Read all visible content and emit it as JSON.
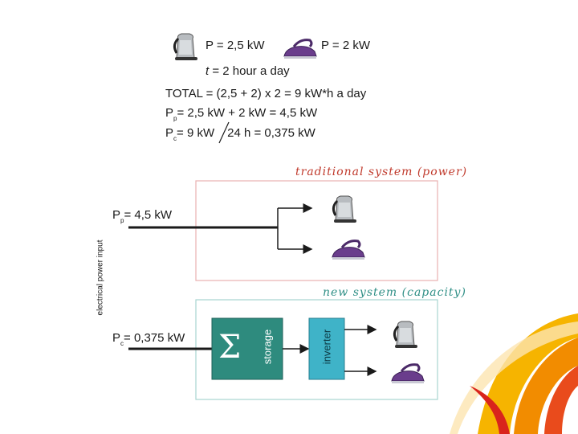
{
  "formulas": {
    "kettle_power": "P = 2,5 kW",
    "iron_power": "P = 2 kW",
    "time_var": "t",
    "time_rest": " = 2 hour a day",
    "total": "TOTAL = (2,5 + 2) x 2 = 9 kW*h a day",
    "pp_symbol": "P",
    "pp_sub": "p",
    "pp_rest": "= 2,5 kW + 2 kW = 4,5 kW",
    "pc_symbol": "P",
    "pc_sub": "c",
    "pc_rest_1": "= 9 kW",
    "pc_rest_2": "24 h = 0,375 kW"
  },
  "traditional": {
    "label": "traditional  system  (power)",
    "input_symbol": "P",
    "input_sub": "p",
    "input_rest": "= 4,5 kW"
  },
  "new_system": {
    "label": "new  system  (capacity)",
    "input_symbol": "P",
    "input_sub": "c",
    "input_rest": "= 0,375 kW",
    "sigma": "Σ",
    "storage": "storage",
    "inverter": "inverter"
  },
  "axis_label": "electrical power input",
  "colors": {
    "traditional_border": "#e8b0b0",
    "traditional_label": "#c0392b",
    "new_border": "#a8d4d0",
    "new_label": "#2f8f86",
    "storage_fill": "#2e8b7e",
    "inverter_fill": "#3fb3c8",
    "iron_purple": "#6a3d8c",
    "kettle_steel": "#9aa0a6"
  }
}
